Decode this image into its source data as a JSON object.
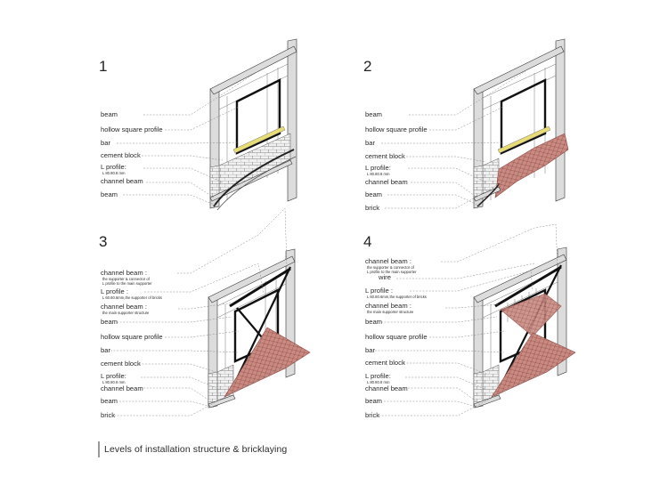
{
  "caption": "Levels of installation structure & bricklaying",
  "panels": [
    {
      "number": "1",
      "labels": [
        {
          "main": "beam"
        },
        {
          "main": "hollow square profile"
        },
        {
          "main": "bar"
        },
        {
          "main": "cement block"
        },
        {
          "main": "L profile:",
          "sub": "L 80.80.8 mm"
        },
        {
          "main": "channel beam"
        },
        {
          "main": "beam"
        }
      ]
    },
    {
      "number": "2",
      "labels": [
        {
          "main": "beam"
        },
        {
          "main": "hollow square profile"
        },
        {
          "main": "bar"
        },
        {
          "main": "cement block"
        },
        {
          "main": "L profile:",
          "sub": "L 80.80.8 mm"
        },
        {
          "main": "channel beam"
        },
        {
          "main": "beam"
        },
        {
          "main": "brick"
        }
      ]
    },
    {
      "number": "3",
      "labels": [
        {
          "main": "channel beam :",
          "sub": "the supporter & connector of",
          "sub2": "L profile to the main supporter"
        },
        {
          "main": "L profile  :",
          "sub": "L 60.60.6mm,the supporter of bricks"
        },
        {
          "main": "channel beam :",
          "sub": "the main supporter structure"
        },
        {
          "main": "beam"
        },
        {
          "main": "hollow square profile"
        },
        {
          "main": "bar"
        },
        {
          "main": "cement block"
        },
        {
          "main": "L profile:",
          "sub": "L 80.80.8 mm"
        },
        {
          "main": "channel beam"
        },
        {
          "main": "beam"
        },
        {
          "main": "brick"
        }
      ]
    },
    {
      "number": "4",
      "labels": [
        {
          "main": "channel beam :",
          "sub": "the supporter & connector of",
          "sub2": "L profile to the main supporter"
        },
        {
          "main": "wire",
          "sub": ""
        },
        {
          "main": "L profile  :",
          "sub": "L 60.60.6mm,the supporter of bricks"
        },
        {
          "main": "channel beam :",
          "sub": "the main supporter structure"
        },
        {
          "main": "beam"
        },
        {
          "main": "hollow square profile"
        },
        {
          "main": "bar"
        },
        {
          "main": "cement block"
        },
        {
          "main": "L profile:",
          "sub": "L 80.80.8 mm"
        },
        {
          "main": "channel beam"
        },
        {
          "main": "beam"
        },
        {
          "main": "brick"
        }
      ]
    }
  ]
}
